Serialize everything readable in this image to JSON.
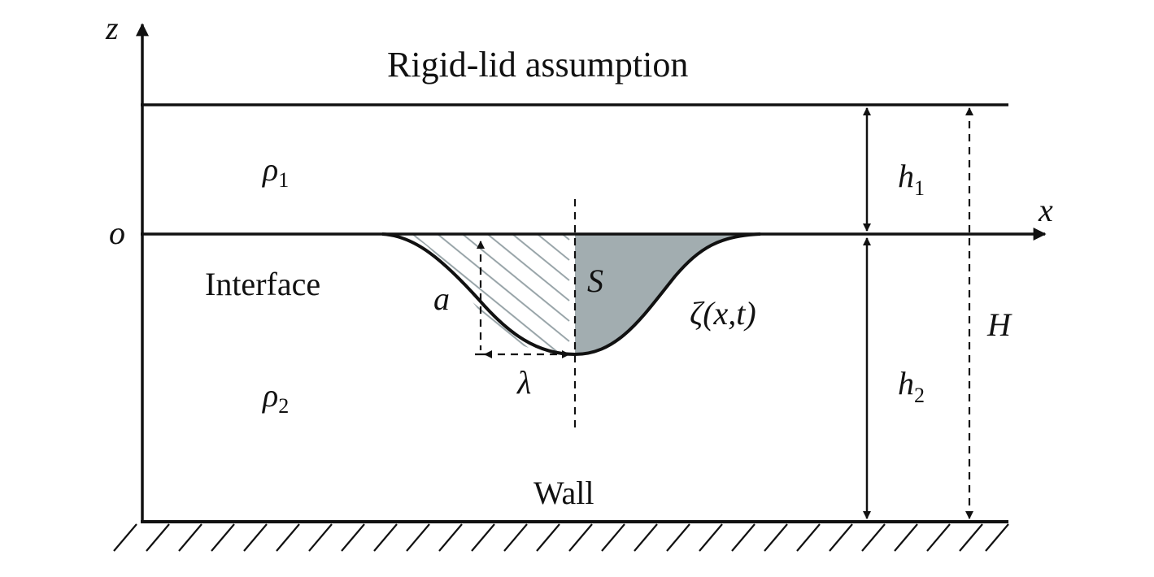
{
  "labels": {
    "z_axis": "z",
    "x_axis": "x",
    "origin": "o",
    "top": "Rigid-lid assumption",
    "rho": "ρ",
    "rho1_sub": "1",
    "rho2_sub": "2",
    "interface": "Interface",
    "amplitude": "a",
    "wavelength": "λ",
    "area": "S",
    "zeta": "ζ(x,t)",
    "h": "h",
    "h1_sub": "1",
    "h2_sub": "2",
    "H": "H",
    "wall": "Wall"
  },
  "colors": {
    "line": "#111111",
    "fill_area": "#a2adb0",
    "hatch": "#9aa6aa"
  }
}
